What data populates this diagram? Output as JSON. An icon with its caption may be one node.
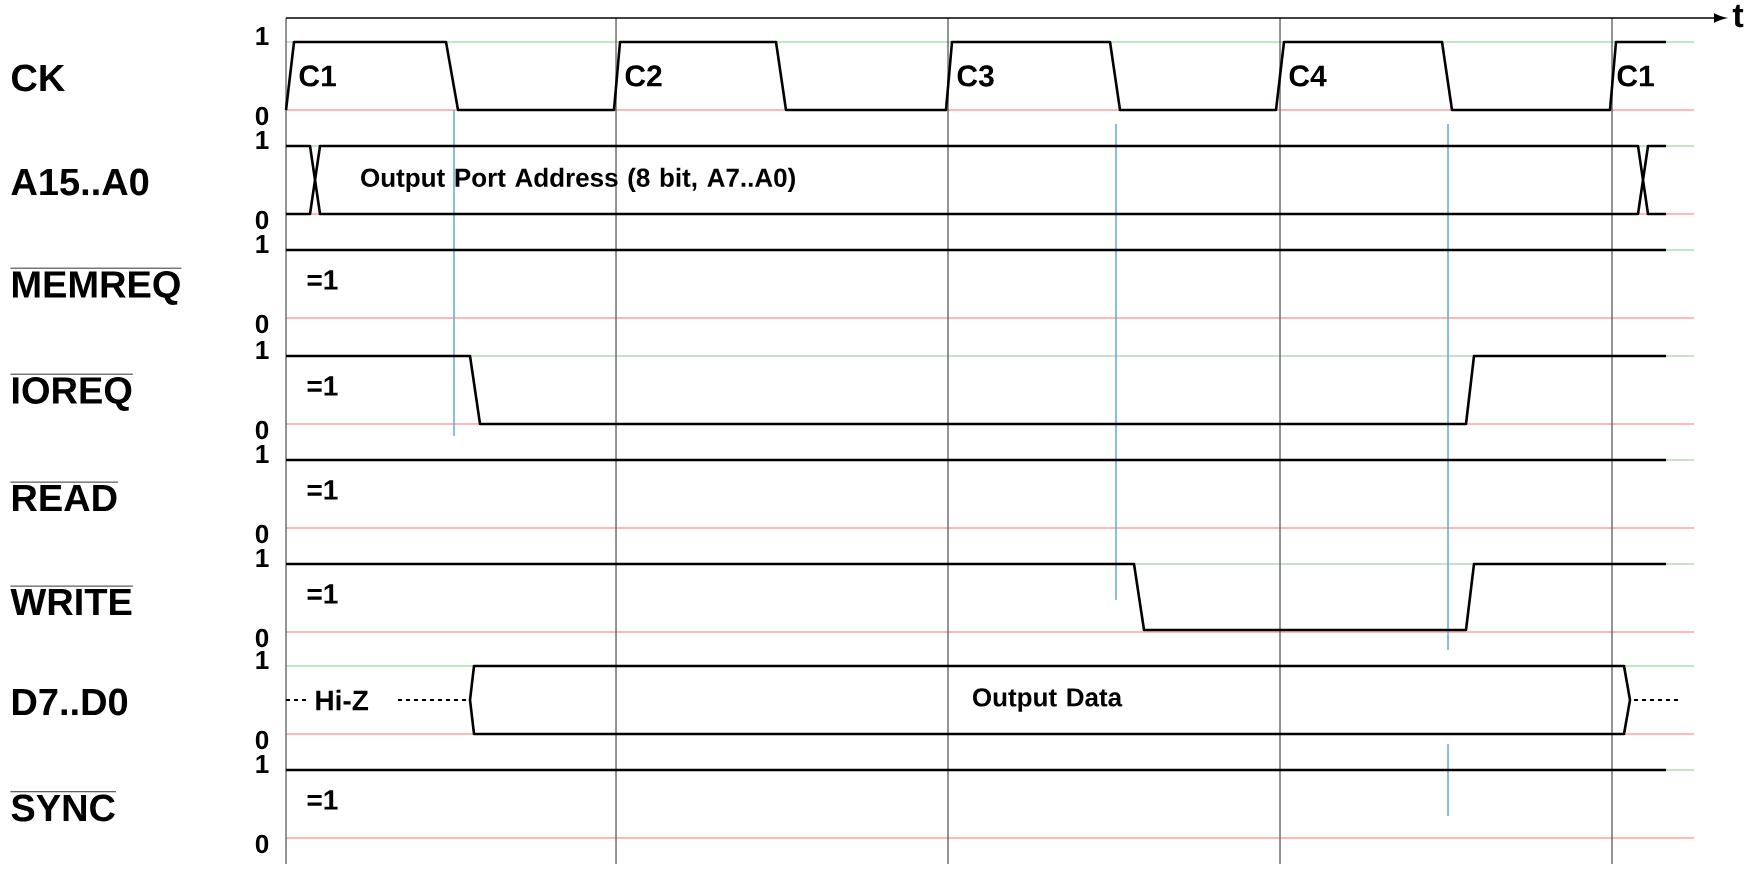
{
  "diagram": {
    "nodes": [
      {
        "text": [
          "Output Port Address (8 bit, A7..A0)"
        ]
      },
      {
        "text": [
          "Output Data"
        ]
      }
    ],
    "labels": [
      "t",
      "CK",
      "1",
      "0",
      "C1",
      "C2",
      "C3",
      "C4",
      "C1",
      "A15..A0",
      "1",
      "0",
      "MEMREQ",
      "1",
      "0",
      "=1",
      "IOREQ",
      "1",
      "0",
      "=1",
      "READ",
      "1",
      "0",
      "=1",
      "WRITE",
      "1",
      "0",
      "=1",
      "D7..D0",
      "1",
      "0",
      "Hi-Z",
      "SYNC",
      "1",
      "0",
      "=1"
    ]
  }
}
